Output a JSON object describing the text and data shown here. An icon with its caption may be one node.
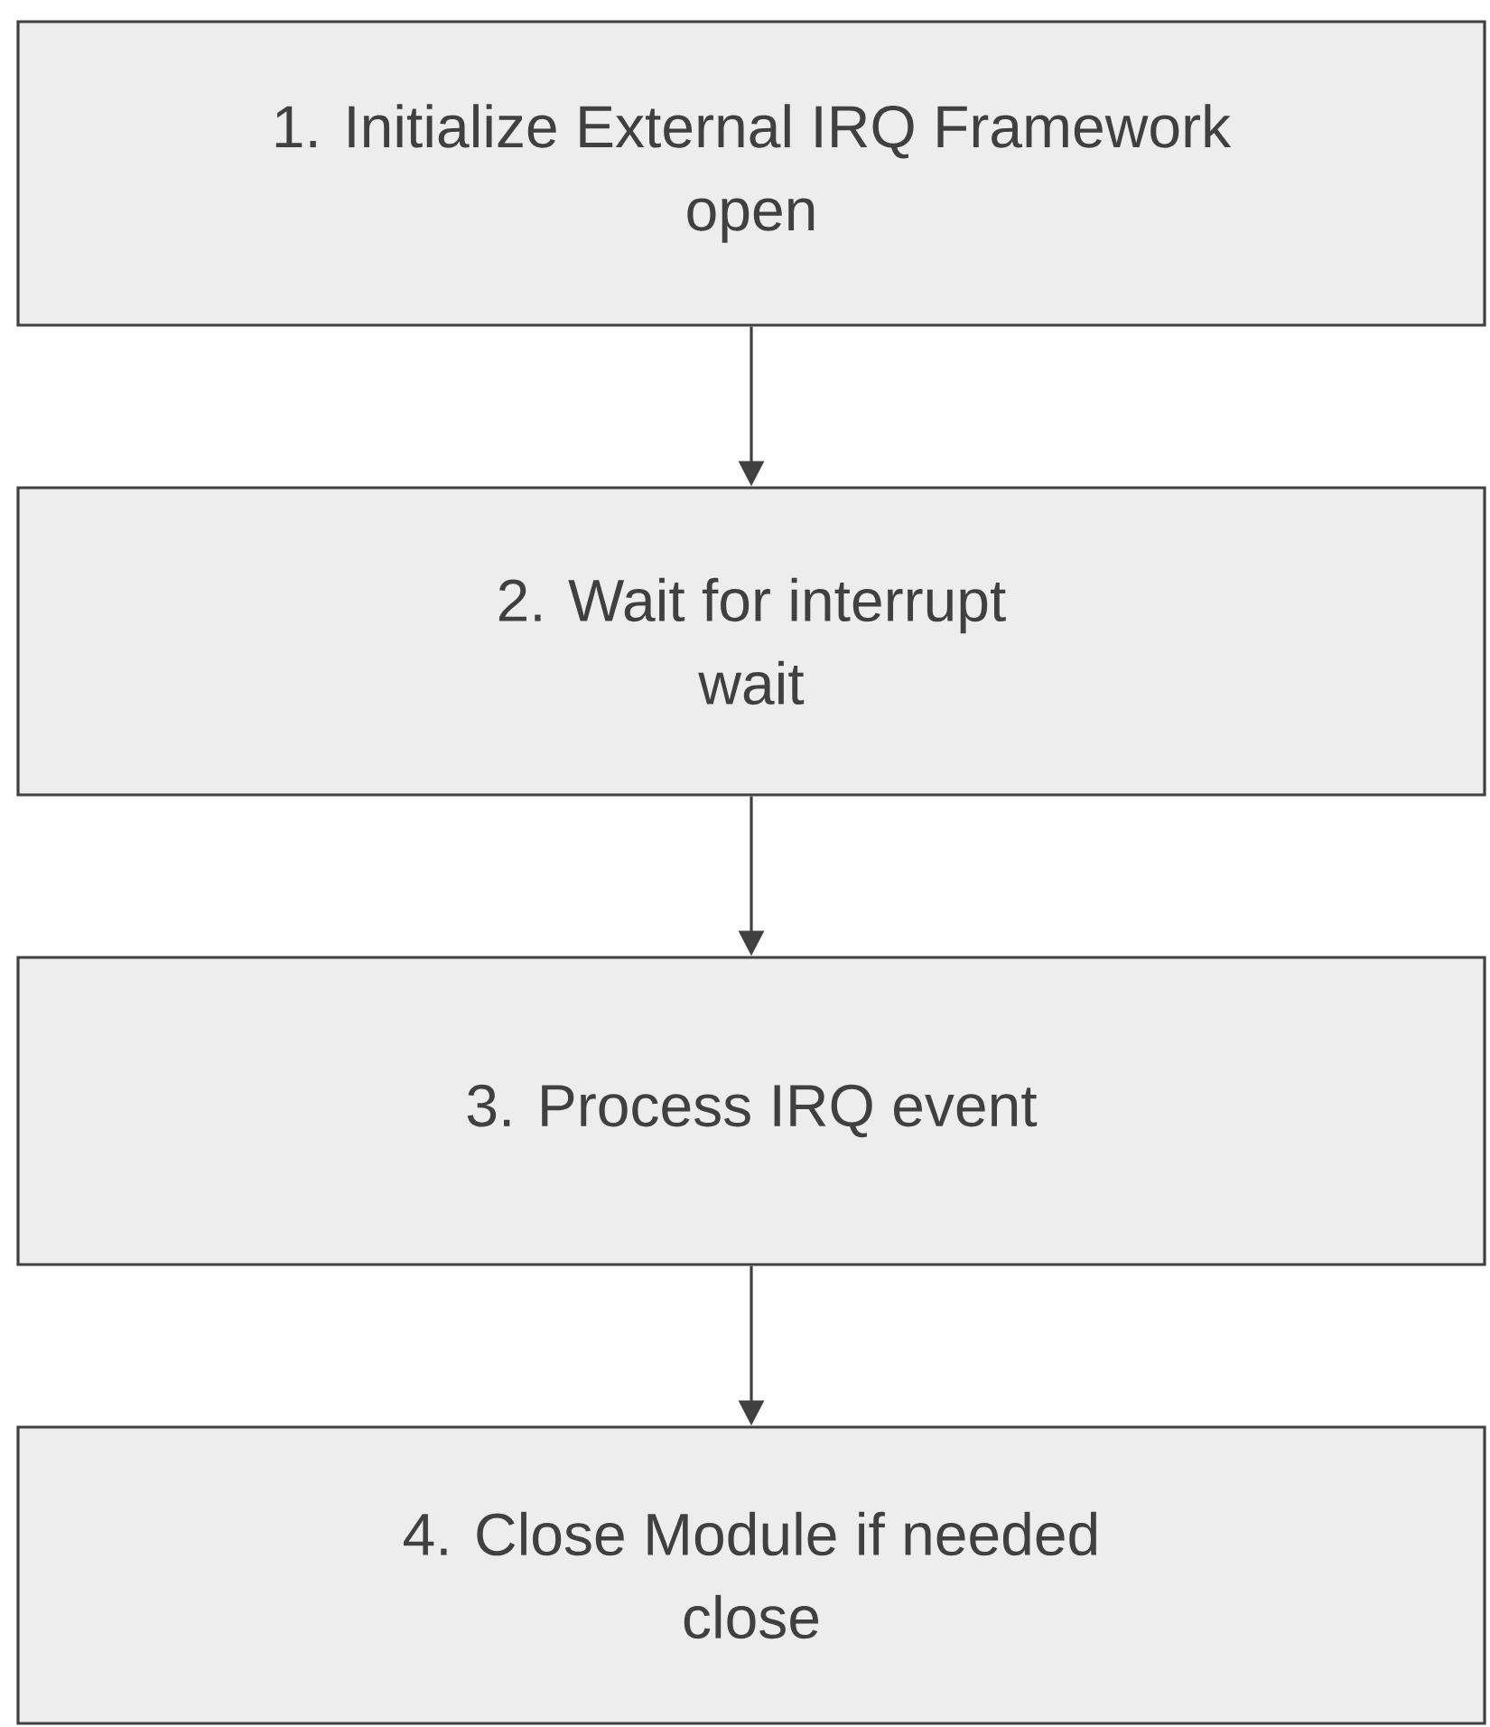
{
  "diagram": {
    "nodes": [
      {
        "text": [
          "1. Initialize External IRQ Framework",
          "open"
        ]
      },
      {
        "text": [
          "2. Wait for interrupt",
          "wait"
        ]
      },
      {
        "text": [
          "3. Process IRQ event"
        ]
      },
      {
        "text": [
          "4. Close Module if needed",
          "close"
        ]
      }
    ],
    "edges": [
      {
        "from": 0,
        "to": 1,
        "arrow": "to"
      },
      {
        "from": 1,
        "to": 2,
        "arrow": "to"
      },
      {
        "from": 2,
        "to": 3,
        "arrow": "to"
      }
    ]
  }
}
